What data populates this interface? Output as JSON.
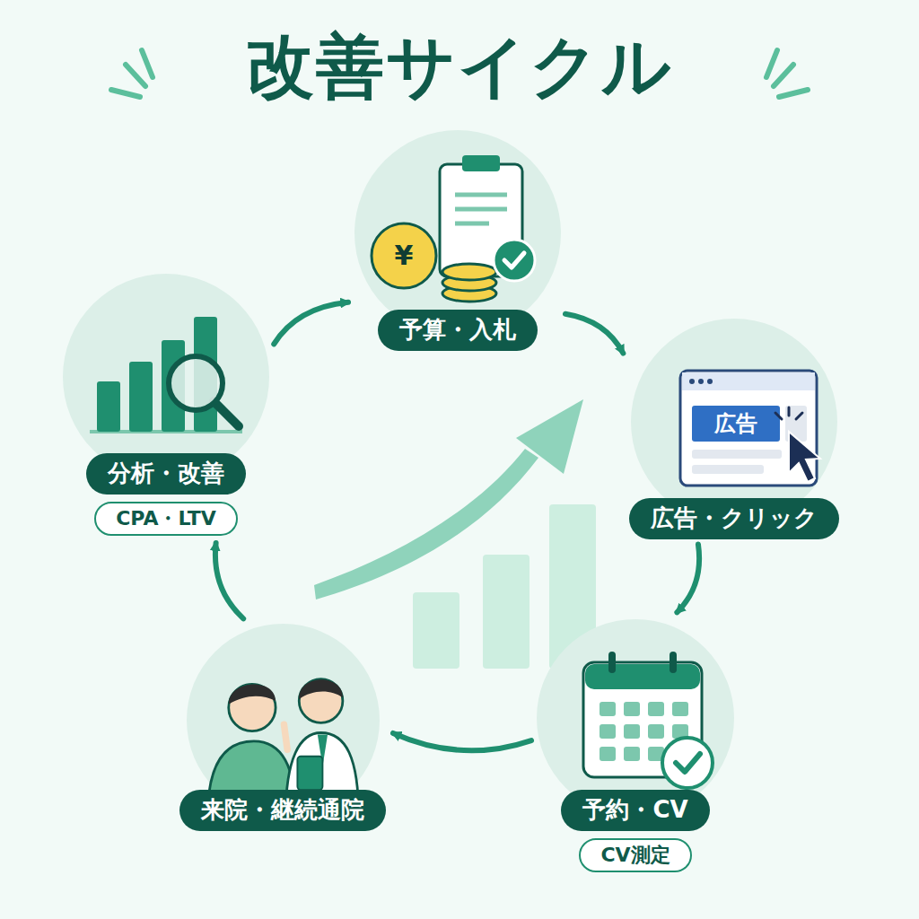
{
  "diagram": {
    "title": "改善サイクル",
    "nodes": [
      {
        "text": [
          "予算・入札"
        ]
      },
      {
        "text": [
          "広告・クリック"
        ]
      },
      {
        "text": [
          "予約・CV",
          "CV測定"
        ]
      },
      {
        "text": [
          "来院・継続通院"
        ]
      },
      {
        "text": [
          "分析・改善",
          "CPA・LTV"
        ]
      }
    ],
    "edges": [
      {
        "from": 0,
        "to": 1,
        "arrow": "to"
      },
      {
        "from": 1,
        "to": 2,
        "arrow": "to"
      },
      {
        "from": 2,
        "to": 3,
        "arrow": "to"
      },
      {
        "from": 3,
        "to": 4,
        "arrow": "to"
      },
      {
        "from": 4,
        "to": 0,
        "arrow": "to"
      }
    ],
    "labels": [
      "¥",
      "広告"
    ]
  }
}
